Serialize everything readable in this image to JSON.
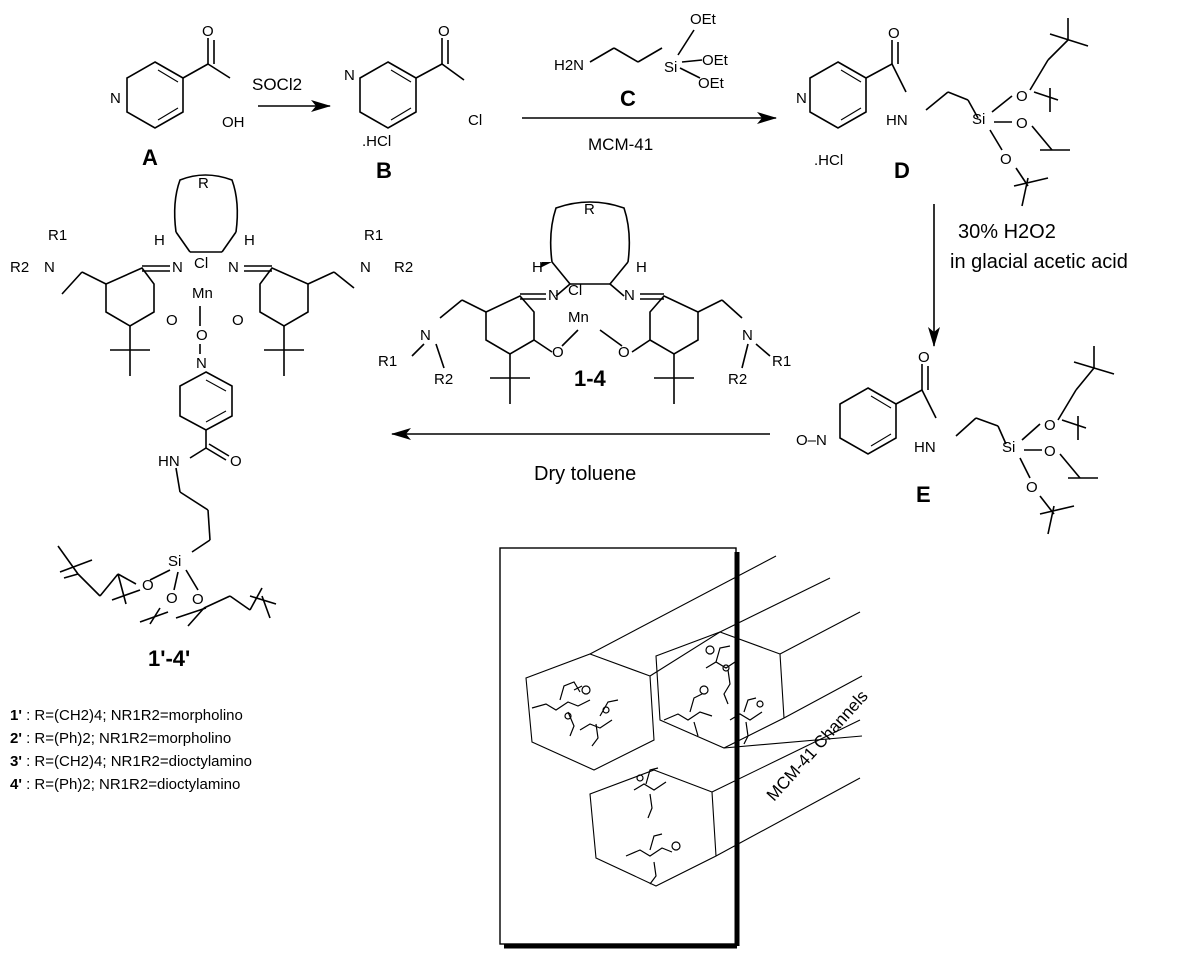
{
  "compounds": {
    "A": "A",
    "B": "B",
    "C": "C",
    "D": "D",
    "E": "E",
    "complex": "1-4",
    "supported": "1'-4'"
  },
  "reagents": {
    "step1": "SOCl2",
    "step2_support": "MCM-41",
    "step3_line1": "30% H2O2",
    "step3_line2": "in glacial acetic acid",
    "step4": "Dry toluene"
  },
  "atom_labels": {
    "N": "N",
    "O": "O",
    "OH": "OH",
    "Cl": "Cl",
    "HCl": ".HCl",
    "HN": "HN",
    "Si": "Si",
    "OEt": "OEt",
    "H2N": "H2N",
    "Mn": "Mn",
    "H": "H",
    "R": "R",
    "R1": "R1",
    "R2": "R2",
    "NO": "O–N"
  },
  "legend": [
    {
      "id": "1'",
      "text": " : R=(CH2)4; NR1R2=morpholino"
    },
    {
      "id": "2'",
      "text": " : R=(Ph)2; NR1R2=morpholino"
    },
    {
      "id": "3'",
      "text": " : R=(CH2)4; NR1R2=dioctylamino"
    },
    {
      "id": "4'",
      "text": " : R=(Ph)2; NR1R2=dioctylamino"
    }
  ],
  "inset": {
    "label": "MCM-41 Channels"
  }
}
